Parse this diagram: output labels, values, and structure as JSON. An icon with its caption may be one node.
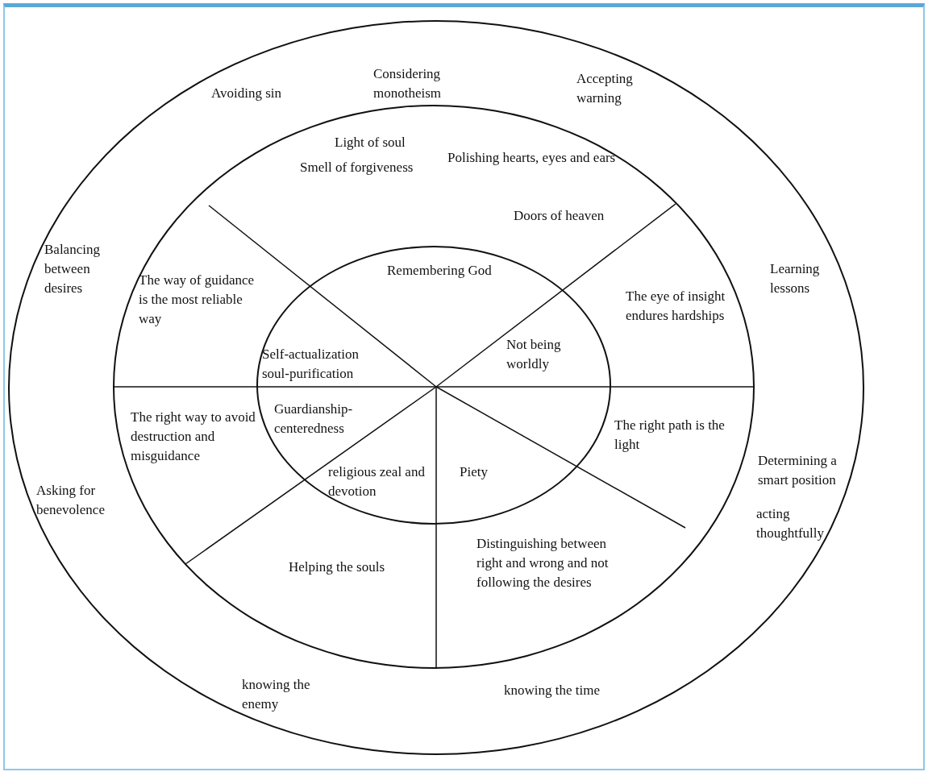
{
  "diagram": {
    "nodes": [
      {
        "text": [
          "Considering monotheism",
          "Avoiding sin",
          "Accepting warning",
          "Balancing between desires",
          "Learning lessons",
          "Determining a smart position",
          "Asking for benevolence",
          "acting thoughtfully",
          "knowing the enemy",
          "knowing the time"
        ]
      },
      {
        "text": [
          "Light of soul",
          "Smell of forgiveness",
          "Polishing hearts, eyes and ears",
          "Doors of heaven",
          "The way of guidance is the most reliable way",
          "The eye of insight endures hardships",
          "The right way to avoid destruction and misguidance",
          "The right path is the light",
          "Helping the souls",
          "Distinguishing between right and wrong and not following the desires"
        ],
        "in": 0
      },
      {
        "text": [
          "Remembering God",
          "Self-actualization soul-purification",
          "Not being worldly",
          "Guardianship-centeredness",
          "religious zeal and devotion",
          "Piety"
        ],
        "in": 1
      }
    ]
  }
}
